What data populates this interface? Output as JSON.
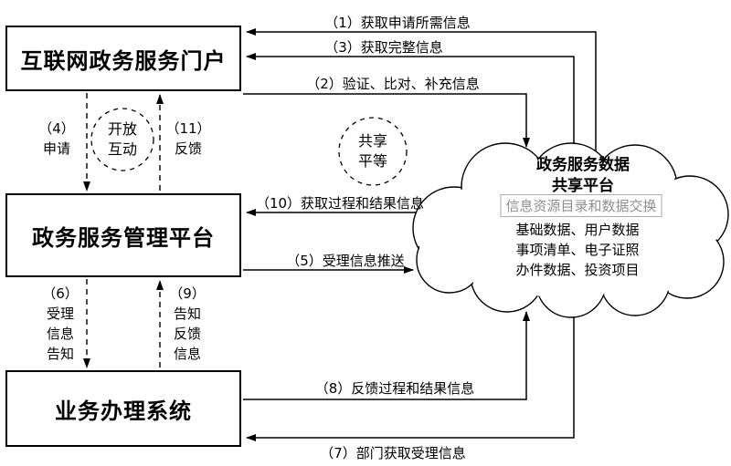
{
  "boxes": {
    "portal": "互联网政务服务门户",
    "management": "政务服务管理平台",
    "business": "业务办理系统"
  },
  "flows": {
    "f1": "（1）获取申请所需信息",
    "f2": "（2）验证、比对、补充信息",
    "f3": "（3）获取完整信息",
    "f5": "（5）受理信息推送",
    "f7": "（7）部门获取受理信息",
    "f8": "（8）反馈过程和结果信息",
    "f10": "（10）获取过程和结果信息",
    "f4": {
      "num": "（4）",
      "lines": [
        "申请"
      ]
    },
    "f11": {
      "num": "（11）",
      "lines": [
        "反馈"
      ]
    },
    "f6": {
      "num": "（6）",
      "lines": [
        "受理",
        "信息",
        "告知"
      ]
    },
    "f9": {
      "num": "（9）",
      "lines": [
        "告知",
        "反馈",
        "信息"
      ]
    }
  },
  "bubbles": {
    "open": [
      "开放",
      "互动"
    ],
    "share": [
      "共享",
      "平等"
    ]
  },
  "cloud": {
    "title": [
      "政务服务数据",
      "共享平台"
    ],
    "highlight": "信息资源目录和数据交换",
    "items": [
      "基础数据、用户数据",
      "事项清单、电子证照",
      "办件数据、投资项目"
    ]
  },
  "colors": {
    "line": "#000000",
    "highlight_text": "#8f8f8f",
    "highlight_border": "#adadad"
  }
}
